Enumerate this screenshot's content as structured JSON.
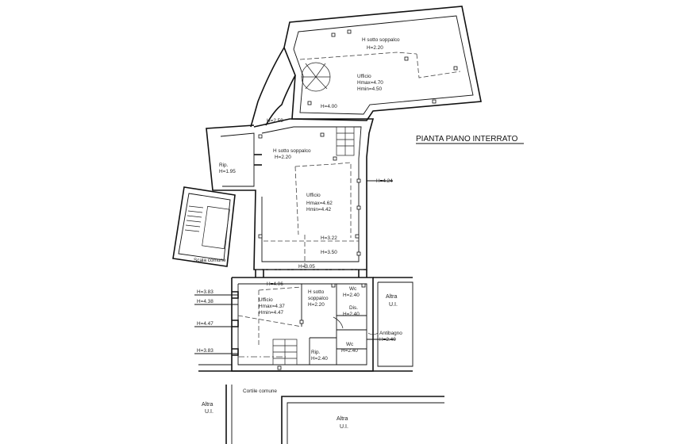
{
  "title": "PIANTA PIANO INTERRATO",
  "labels": {
    "soppalco_top": "H sotto soppalco",
    "soppalco_top_h": "H=2.20",
    "ufficio_top": "Ufficio",
    "ufficio_top_hmax": "Hmax=4.70",
    "ufficio_top_hmin": "Hmin=4.50",
    "h400": "H=4.00",
    "h259": "H=2.59",
    "soppalco_mid": "H sotto soppalco",
    "soppalco_mid_h": "H=2.20",
    "rip_left": "Rip.",
    "rip_left_h": "H=1.95",
    "h424": "H=4.24",
    "ufficio_mid": "Ufficio",
    "ufficio_mid_hmax": "Hmax=4.62",
    "ufficio_mid_hmin": "Hmin=4.42",
    "scala_comune": "Scala comune",
    "h322": "H=3.22",
    "h350": "H=3.50",
    "h305": "H=3.05",
    "h406": "H=4.06",
    "h383": "H=3.83",
    "h438": "H=4.38",
    "h447": "H=4.47",
    "h383b": "H=3.83",
    "ufficio_bot": "Ufficio",
    "ufficio_bot_hmax": "Hmax=4.37",
    "ufficio_bot_hmin": "Hmin=4.47",
    "soppalco_bot": "H sotto",
    "soppalco_bot2": "soppalco",
    "soppalco_bot_h": "H=2.20",
    "wc1": "Wc",
    "wc1_h": "H=2.40",
    "dis": "Dis.",
    "dis_h": "H=2.40",
    "wc2": "Wc",
    "wc2_h": "H=2.40",
    "antibagno": "Antibagno",
    "antibagno_h": "H=2.40",
    "rip_bot": "Rip.",
    "rip_bot_h": "H=2.40",
    "altra_ui_right": "Altra",
    "altra_ui_right2": "U.I.",
    "cortile": "Cortile comune",
    "altra_ui_left": "Altra",
    "altra_ui_left2": "U.I.",
    "altra_ui_bot": "Altra",
    "altra_ui_bot2": "U.I."
  }
}
